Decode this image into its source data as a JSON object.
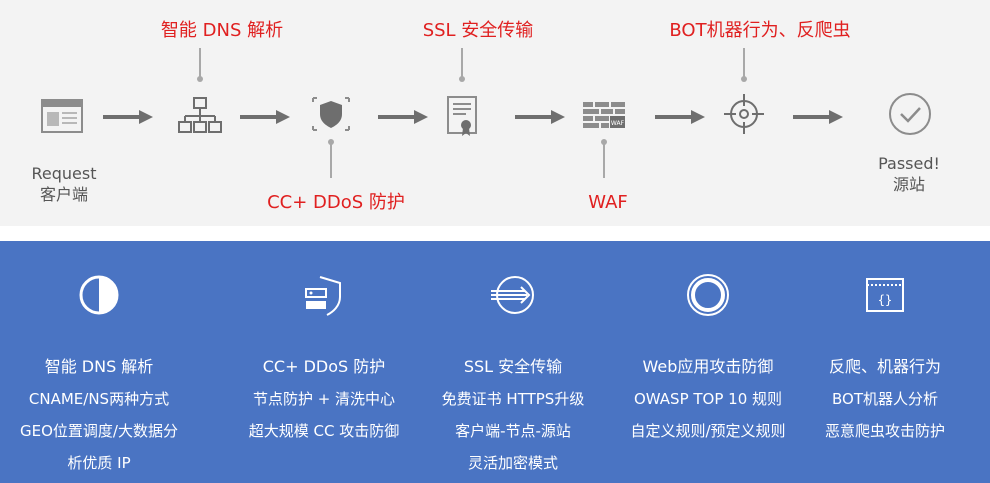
{
  "flow": {
    "top_labels": [
      "智能 DNS 解析",
      "SSL 安全传输",
      "BOT机器行为、反爬虫"
    ],
    "bottom_labels": [
      "CC+ DDoS 防护",
      "WAF"
    ],
    "source": {
      "line1": "Request",
      "line2": "客户端"
    },
    "destination": {
      "line1": "Passed!",
      "line2": "源站"
    },
    "icons": [
      "browser-window-icon",
      "hierarchy-icon",
      "shield-icon",
      "certificate-icon",
      "firewall-icon",
      "crosshair-icon",
      "check-circle-icon"
    ],
    "colors": {
      "accent": "#e02020",
      "icon": "#8c8c8c",
      "background": "#f3f3f3"
    }
  },
  "features": [
    {
      "icon": "half-circle-icon",
      "lines": [
        "智能 DNS 解析",
        "CNAME/NS两种方式",
        "GEO位置调度/大数据分",
        "析优质 IP"
      ]
    },
    {
      "icon": "server-shield-icon",
      "lines": [
        "CC+ DDoS 防护",
        "节点防护 + 清洗中心",
        "超大规模 CC 攻击防御"
      ]
    },
    {
      "icon": "transfer-circle-icon",
      "lines": [
        "SSL 安全传输",
        "免费证书 HTTPS升级",
        "客户端-节点-源站",
        "灵活加密模式"
      ]
    },
    {
      "icon": "ring-icon",
      "lines": [
        "Web应用攻击防御",
        "OWASP TOP 10 规则",
        "自定义规则/预定义规则"
      ]
    },
    {
      "icon": "code-window-icon",
      "lines": [
        "反爬、机器行为",
        "BOT机器人分析",
        "恶意爬虫攻击防护"
      ]
    }
  ],
  "feature_colors": {
    "background": "#4a74c3",
    "text": "#ffffff"
  }
}
